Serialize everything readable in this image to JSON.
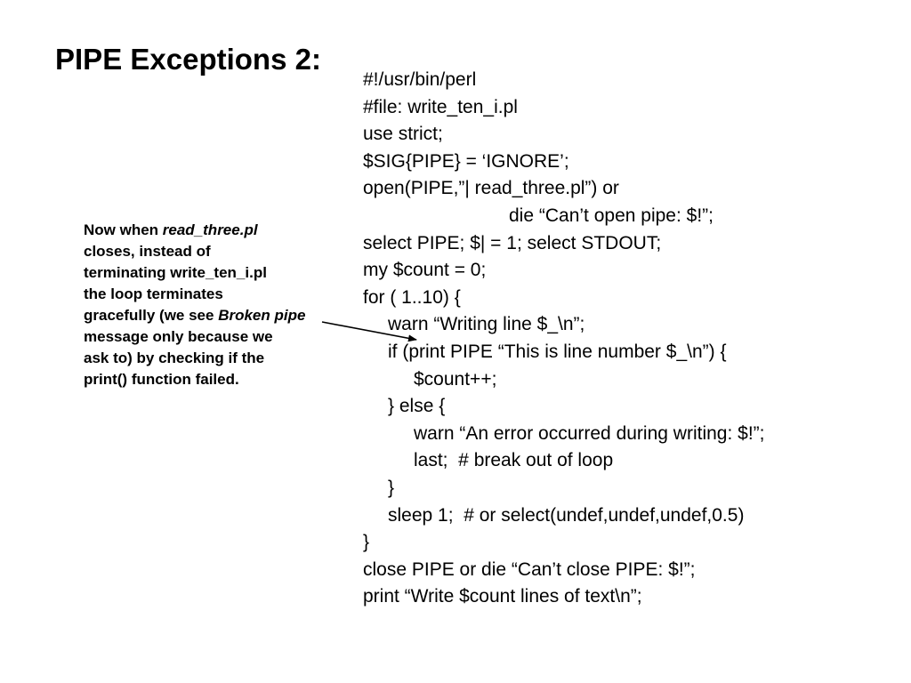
{
  "title": "PIPE Exceptions 2:",
  "annotation": {
    "line1_pre": "Now when ",
    "line1_em": "read_three.pl",
    "line2": "closes, instead of",
    "line3": "terminating write_ten_i.pl",
    "line4": "the loop terminates",
    "line5_pre": "gracefully (we see ",
    "line5_em": "Broken pipe",
    "line6": "message only because we",
    "line7": "ask to) by checking if the",
    "line8": "print() function failed."
  },
  "code": [
    "#!/usr/bin/perl",
    "#file: write_ten_i.pl",
    "use strict;",
    "$SIG{PIPE} = ‘IGNORE’;",
    "open(PIPE,”| read_three.pl”) or",
    "die “Can’t open pipe: $!”;",
    "select PIPE; $| = 1; select STDOUT;",
    "my $count = 0;",
    "for ( 1..10) {",
    "warn “Writing line $_\\n”;",
    "if (print PIPE “This is line number $_\\n”) {",
    "$count++;",
    "} else {",
    "warn “An error occurred during writing: $!”;",
    "last;  # break out of loop",
    "}",
    "sleep 1;  # or select(undef,undef,undef,0.5)",
    "}",
    "close PIPE or die “Can’t close PIPE: $!”;",
    "print “Write $count lines of text\\n”;"
  ]
}
